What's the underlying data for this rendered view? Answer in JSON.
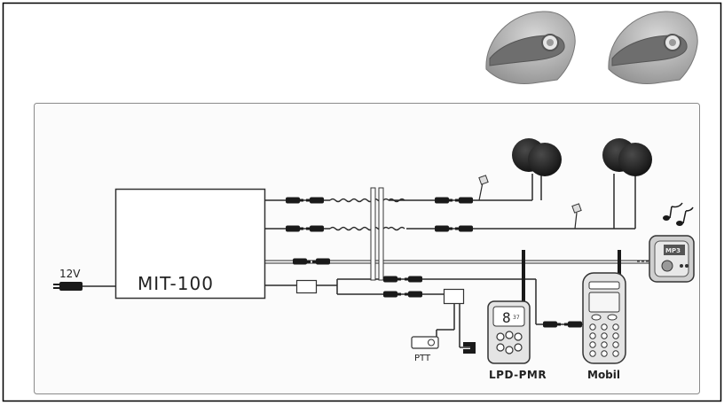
{
  "labels": {
    "power": "12V",
    "unit": "MIT-100",
    "ptt": "PTT",
    "radio": "LPD-PMR",
    "phone": "Mobil",
    "radio_display": "8",
    "radio_display_small": "37",
    "mp3_display": "MP3"
  },
  "colors": {
    "frame": "#000000",
    "panel_border": "#8a8a8a",
    "line": "#2a2a2a",
    "connector": "#1a1a1a",
    "helmet_shell": "#b0b0b0",
    "speaker": "#262626"
  }
}
